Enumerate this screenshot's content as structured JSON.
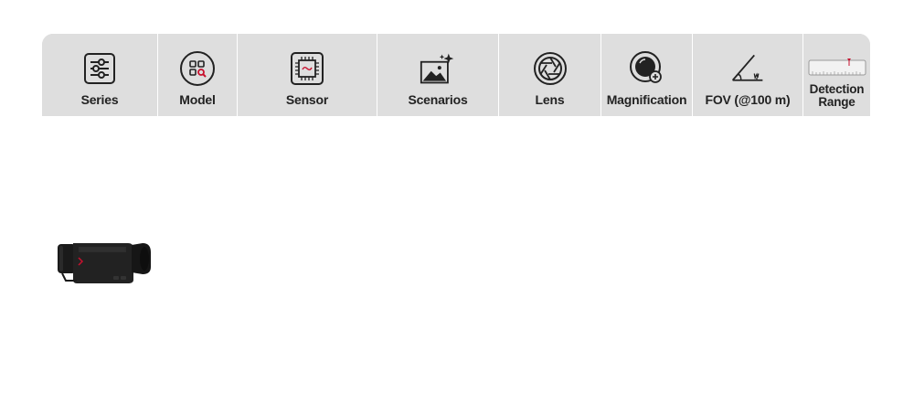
{
  "header": {
    "columns": [
      {
        "label": "Series",
        "icon": "sliders-icon"
      },
      {
        "label": "Model",
        "icon": "model-search-icon"
      },
      {
        "label": "Sensor",
        "icon": "chip-icon"
      },
      {
        "label": "Scenarios",
        "icon": "landscape-sparkle-icon"
      },
      {
        "label": "Lens",
        "icon": "aperture-icon"
      },
      {
        "label": "Magnification",
        "icon": "magnifier-lens-icon"
      },
      {
        "label": "FOV (@100 m)",
        "icon": "angle-icon"
      },
      {
        "label_line1": "Detection",
        "label_line2": "Range",
        "icon": "ruler-icon"
      }
    ]
  },
  "colors": {
    "header_bg": "#dedede",
    "text": "#222222",
    "accent": "#c8102e"
  },
  "product": {
    "icon": "thermal-monocular-image"
  }
}
